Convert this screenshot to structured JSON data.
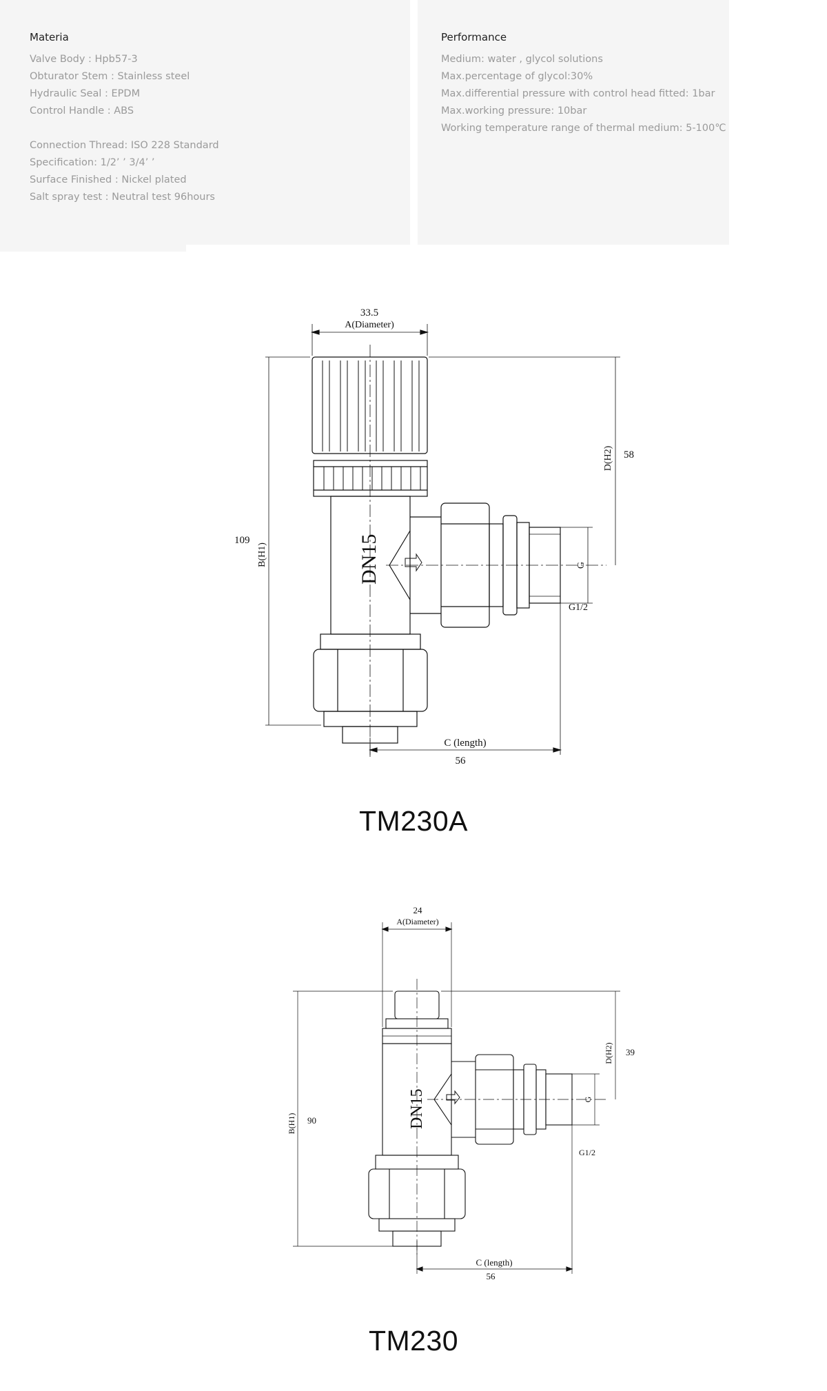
{
  "materia": {
    "title": "Materia",
    "lines": [
      "Valve Body : Hpb57-3",
      "Obturator Stem : Stainless steel",
      "Hydraulic Seal : EPDM",
      "Control Handle : ABS"
    ],
    "lines2": [
      "Connection Thread: ISO 228 Standard",
      "Specification: 1/2’ ’     3/4’ ’",
      "Surface Finished : Nickel plated",
      "Salt spray test :  Neutral test 96hours"
    ]
  },
  "performance": {
    "title": "Performance",
    "lines": [
      "Medium: water , glycol solutions",
      "Max.percentage of glycol:30%",
      "Max.differential pressure with control head fitted: 1bar",
      "Max.working pressure: 10bar",
      "Working temperature range of thermal medium: 5-100℃"
    ]
  },
  "drawing_a": {
    "model": "TM230A",
    "diameter_value": "33.5",
    "diameter_label": "A(Diameter)",
    "height_value": "109",
    "height_label": "B(H1)",
    "h2_label": "D(H2)",
    "h2_value": "58",
    "length_label": "C (length)",
    "length_value": "56",
    "g_label": "G",
    "thread_label": "G1/2",
    "body_mark": "DN15"
  },
  "drawing_b": {
    "model": "TM230",
    "diameter_value": "24",
    "diameter_label": "A(Diameter)",
    "height_value": "90",
    "height_label": "B(H1)",
    "h2_label": "D(H2)",
    "h2_value": "39",
    "length_label": "C (length)",
    "length_value": "56",
    "g_label": "G",
    "thread_label": "G1/2",
    "body_mark": "DN15"
  }
}
